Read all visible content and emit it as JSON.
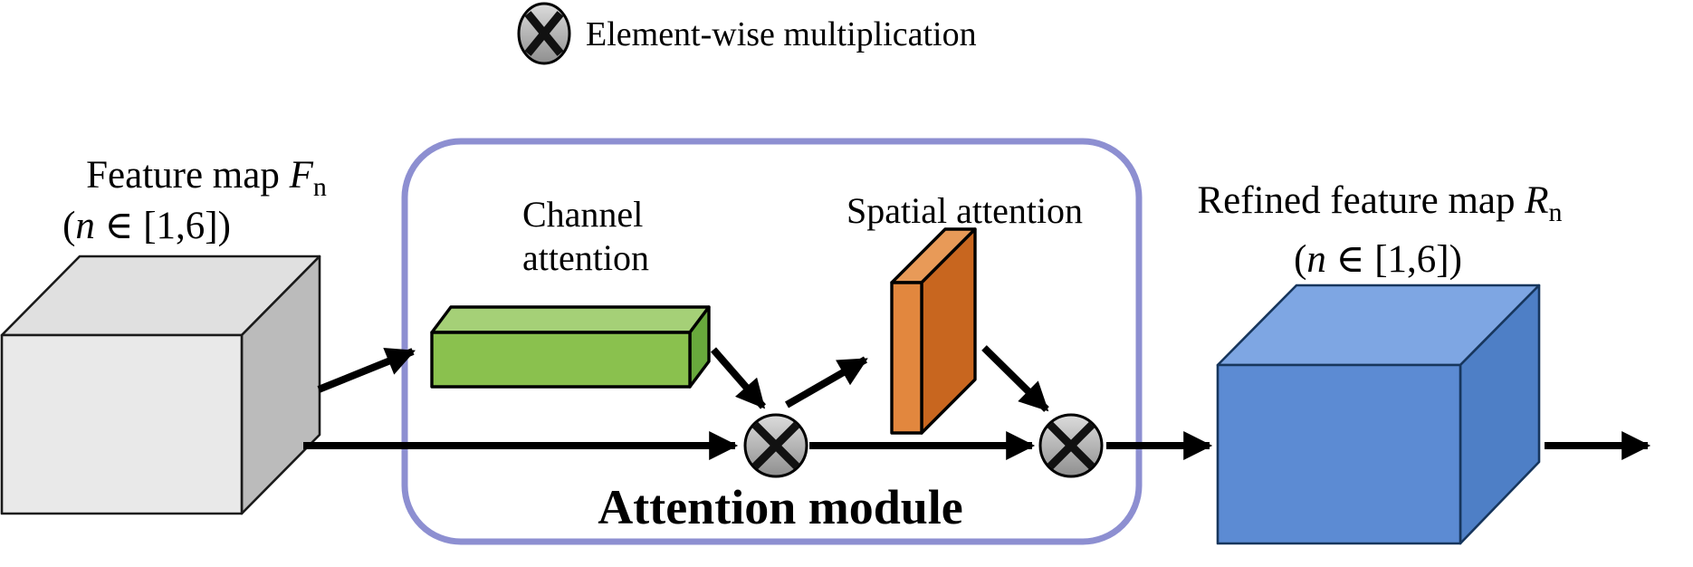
{
  "legend": {
    "label": "Element-wise multiplication"
  },
  "feature_map": {
    "title_prefix": "Feature map ",
    "var": "F",
    "sub": "n",
    "range_open": "(",
    "range_var": "n",
    "range_rest": " ∈ [1,6])"
  },
  "refined_map": {
    "title_prefix": "Refined feature map ",
    "var": "R",
    "sub": "n",
    "range_open": "(",
    "range_var": "n",
    "range_rest": " ∈ [1,6])"
  },
  "module": {
    "title": "Attention module",
    "channel_label_line1": "Channel",
    "channel_label_line2": "attention",
    "spatial_label": "Spatial attention"
  },
  "colors": {
    "feature_cube_front": "#E9E9E9",
    "feature_cube_top": "#E0E0E0",
    "feature_cube_side": "#BBBBBB",
    "channel_box_front": "#8AC14E",
    "channel_box_top": "#A5D077",
    "channel_box_side": "#68A93C",
    "spatial_box_front": "#E2873E",
    "spatial_box_top": "#E89A58",
    "spatial_box_side": "#C8661F",
    "refined_cube_front": "#5C8BD3",
    "refined_cube_top": "#7EA6E3",
    "refined_cube_side": "#4E7FC6",
    "module_border": "#8D8FD1",
    "multiply_light": "#DCDCDC",
    "multiply_dark": "#8F8F8F"
  }
}
